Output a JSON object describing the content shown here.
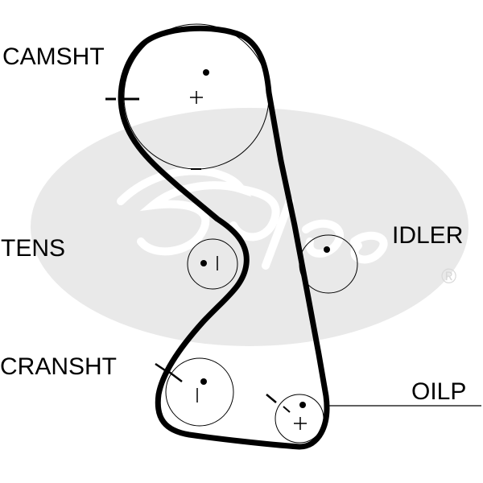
{
  "labels": {
    "camshaft": "CAMSHT",
    "tensioner": "TENS",
    "idler": "IDLER",
    "crankshaft": "CRANSHT",
    "oil_pump": "OILP"
  },
  "watermark": {
    "brand": "Gates",
    "registered_mark": "®",
    "color": "#e6e6e6"
  },
  "colors": {
    "belt": "#000000",
    "pulley_outline": "#000000",
    "background": "#ffffff"
  }
}
